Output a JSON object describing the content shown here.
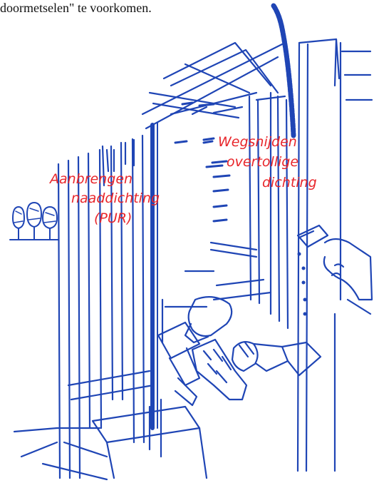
{
  "caption_fragment": "doormetselen\" te voorkomen.",
  "annotations": {
    "left": {
      "lines": [
        "Aanbrengen",
        "naaddichting",
        "(PUR)"
      ]
    },
    "right": {
      "lines": [
        "Wegsnijden",
        "overtollige",
        "dichting"
      ]
    }
  },
  "colors": {
    "line_art": "#1f45b5",
    "annotation_text": "#e8262b",
    "caption_text": "#111111",
    "background": "#ffffff"
  },
  "icons": {
    "trees": "trees-icon",
    "caulking_gun": "caulking-gun-icon",
    "knife": "knife-icon",
    "rope_seal": "rope-seal-icon"
  }
}
